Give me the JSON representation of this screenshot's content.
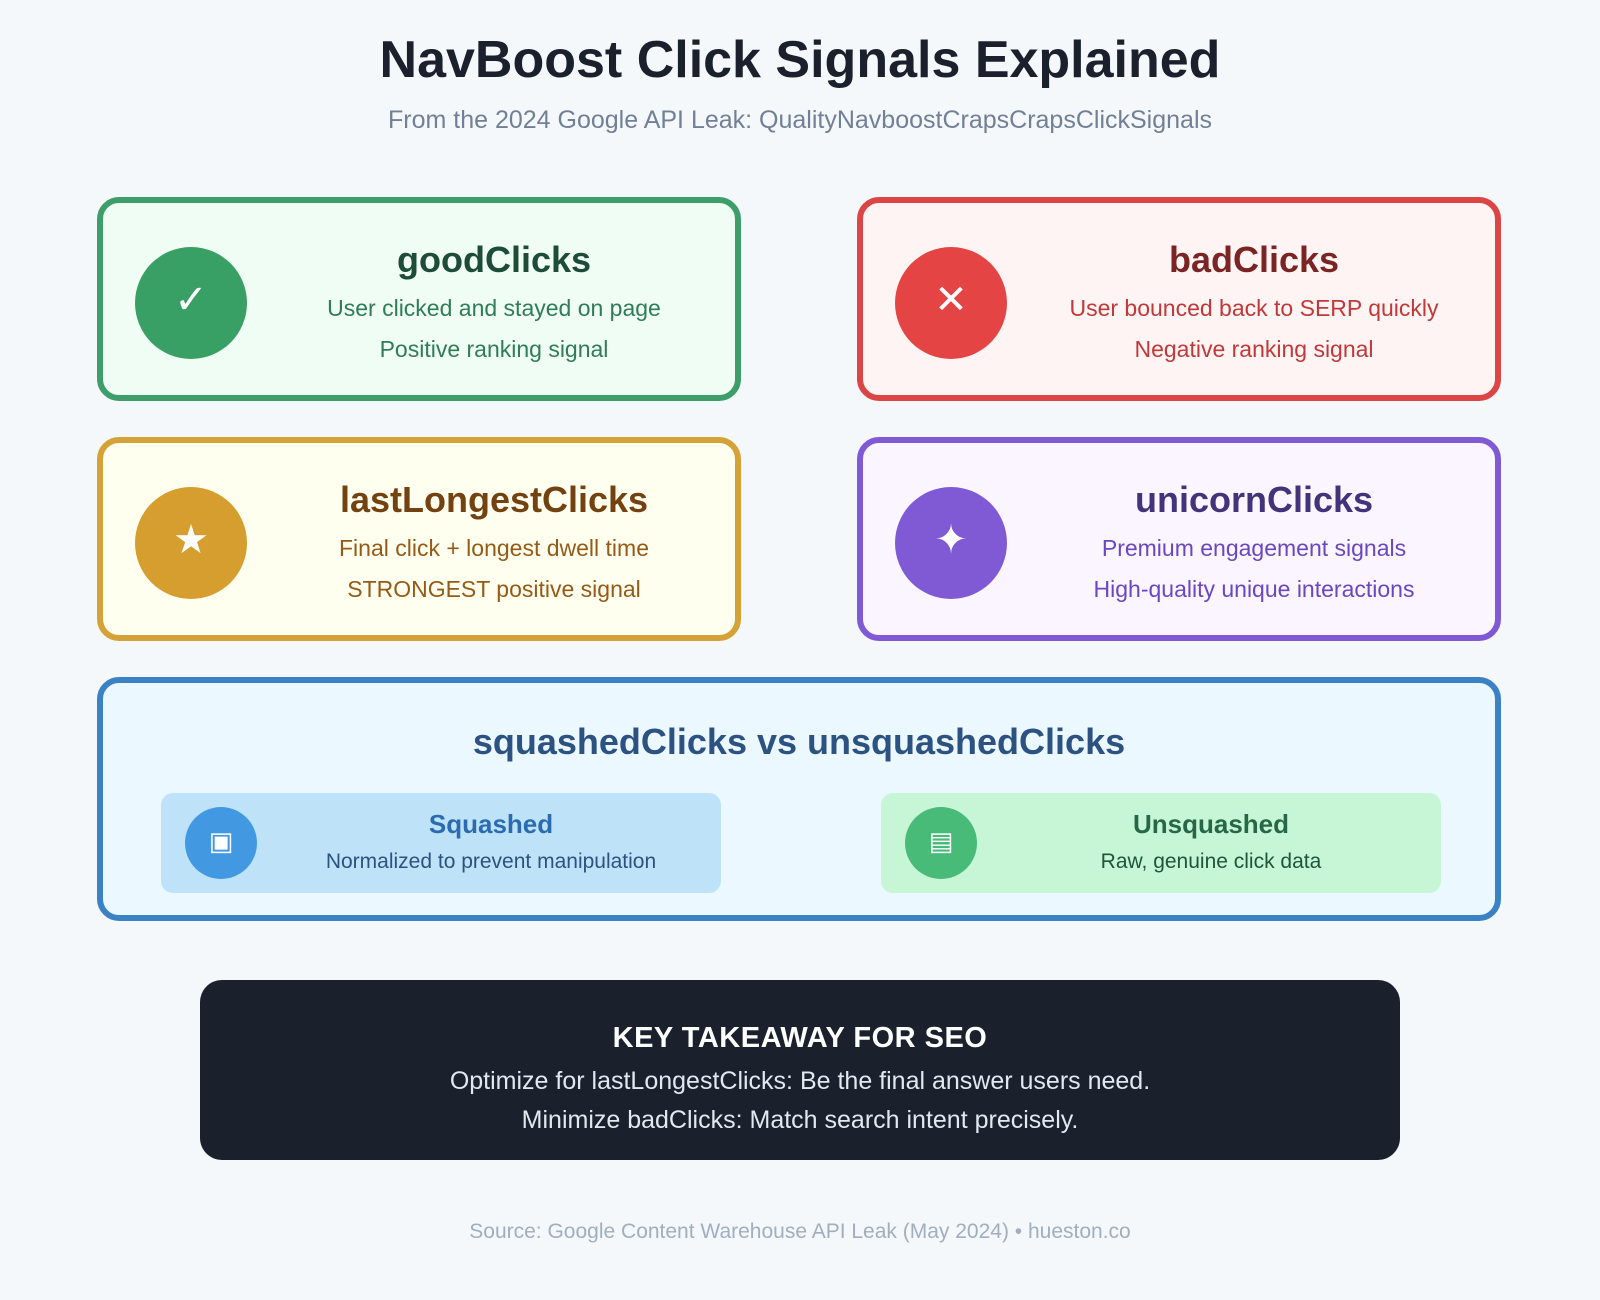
{
  "title": "NavBoost Click Signals Explained",
  "subtitle": "From the 2024 Google API Leak: QualityNavboostCrapsCrapsClickSignals",
  "cards": [
    {
      "id": "goodClicks",
      "heading": "goodClicks",
      "icon": "check-icon",
      "glyph": "✓",
      "lines": [
        "User clicked and stayed on page",
        "Positive ranking signal"
      ],
      "accent": "#39a065"
    },
    {
      "id": "badClicks",
      "heading": "badClicks",
      "icon": "cross-icon",
      "glyph": "✕",
      "lines": [
        "User bounced back to SERP quickly",
        "Negative ranking signal"
      ],
      "accent": "#e54444"
    },
    {
      "id": "lastLongestClicks",
      "heading": "lastLongestClicks",
      "icon": "star-icon",
      "glyph": "★",
      "lines": [
        "Final click + longest dwell time",
        "STRONGEST positive signal"
      ],
      "accent": "#d69e2e"
    },
    {
      "id": "unicornClicks",
      "heading": "unicornClicks",
      "icon": "sparkle-icon",
      "glyph": "✦",
      "lines": [
        "Premium engagement signals",
        "High-quality unique interactions"
      ],
      "accent": "#805ad5"
    }
  ],
  "squash": {
    "title": "squashedClicks vs unsquashedClicks",
    "squashed": {
      "heading": "Squashed",
      "line": "Normalized to prevent manipulation",
      "icon": "compress-icon",
      "glyph": "▣",
      "accent": "#4299e1"
    },
    "unsquashed": {
      "heading": "Unsquashed",
      "line": "Raw, genuine click data",
      "icon": "data-icon",
      "glyph": "▤",
      "accent": "#48bb78"
    }
  },
  "takeaway": {
    "heading": "KEY TAKEAWAY FOR SEO",
    "lines": [
      "Optimize for lastLongestClicks: Be the final answer users need.",
      "Minimize badClicks: Match search intent precisely."
    ]
  },
  "footer": "Source: Google Content Warehouse API Leak (May 2024) • hueston.co"
}
